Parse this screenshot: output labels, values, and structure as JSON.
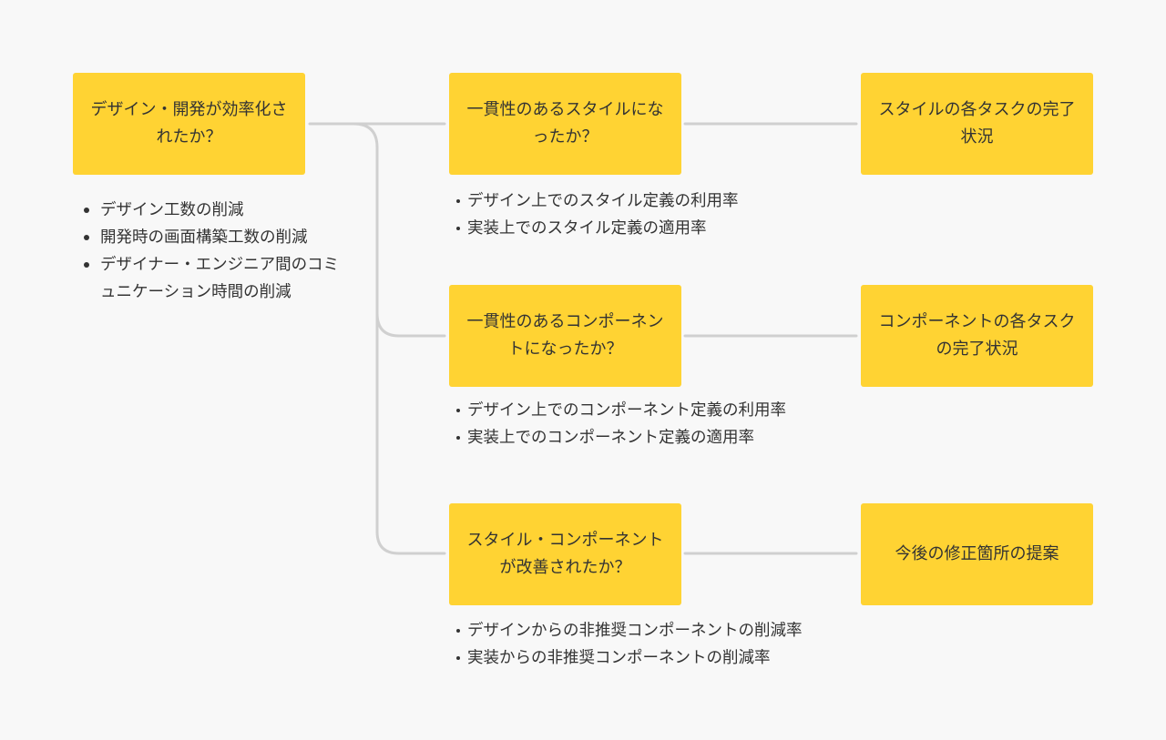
{
  "root": {
    "label": "デザイン・開発が効率化されたか？",
    "metrics": [
      "デザイン工数の削減",
      "開発時の画面構築工数の削減",
      "デザイナー・エンジニア間のコミュニケーション時間の削減"
    ]
  },
  "questions": [
    {
      "label": "一貫性のあるスタイルになったか？",
      "metrics": [
        "デザイン上でのスタイル定義の利用率",
        "実装上でのスタイル定義の適用率"
      ],
      "outcome": "スタイルの各タスクの完了状況"
    },
    {
      "label": "一貫性のあるコンポーネントになったか？",
      "metrics": [
        "デザイン上でのコンポーネント定義の利用率",
        "実装上でのコンポーネント定義の適用率"
      ],
      "outcome": "コンポーネントの各タスクの完了状況"
    },
    {
      "label": "スタイル・コンポーネントが改善されたか？",
      "metrics": [
        "デザインからの非推奨コンポーネントの削減率",
        "実装からの非推奨コンポーネントの削減率"
      ],
      "outcome": "今後の修正箇所の提案"
    }
  ],
  "colors": {
    "node_fill": "#ffd333",
    "connector": "#d0d0d0",
    "text": "#333333",
    "background": "#f8f8f8"
  }
}
